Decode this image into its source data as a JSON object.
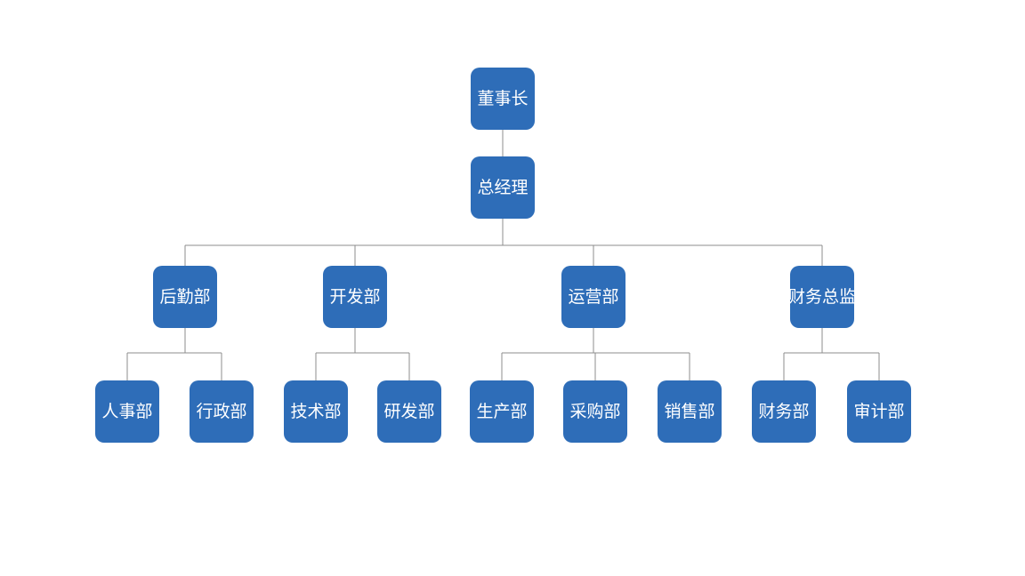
{
  "org_chart": {
    "root": {
      "label": "董事长",
      "children": [
        {
          "label": "总经理",
          "children": [
            {
              "label": "后勤部",
              "children": [
                {
                  "label": "人事部"
                },
                {
                  "label": "行政部"
                }
              ]
            },
            {
              "label": "开发部",
              "children": [
                {
                  "label": "技术部"
                },
                {
                  "label": "研发部"
                }
              ]
            },
            {
              "label": "运营部",
              "children": [
                {
                  "label": "生产部"
                },
                {
                  "label": "采购部"
                },
                {
                  "label": "销售部"
                }
              ]
            },
            {
              "label": "财务总监",
              "children": [
                {
                  "label": "财务部"
                },
                {
                  "label": "审计部"
                }
              ]
            }
          ]
        }
      ]
    },
    "colors": {
      "node_fill": "#2e6db8",
      "node_text": "#ffffff",
      "connector": "#8c8c8c"
    }
  }
}
